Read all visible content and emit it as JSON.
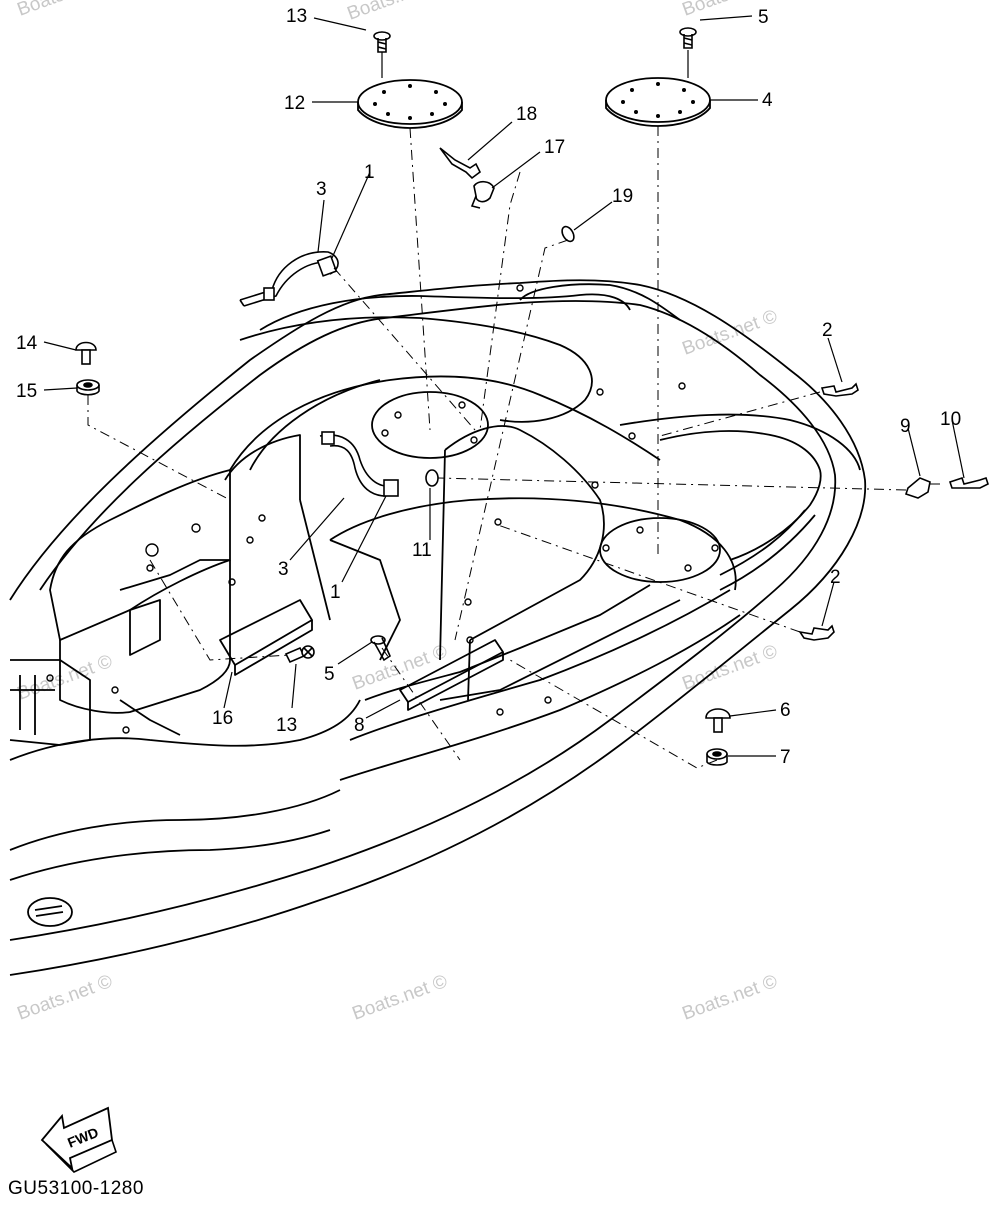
{
  "diagram": {
    "callouts": [
      {
        "id": "c13-top",
        "text": "13"
      },
      {
        "id": "c5-top",
        "text": "5"
      },
      {
        "id": "c12",
        "text": "12"
      },
      {
        "id": "c4",
        "text": "4"
      },
      {
        "id": "c18",
        "text": "18"
      },
      {
        "id": "c17",
        "text": "17"
      },
      {
        "id": "c3-top",
        "text": "3"
      },
      {
        "id": "c1-top",
        "text": "1"
      },
      {
        "id": "c19",
        "text": "19"
      },
      {
        "id": "c14",
        "text": "14"
      },
      {
        "id": "c15",
        "text": "15"
      },
      {
        "id": "c2-top",
        "text": "2"
      },
      {
        "id": "c9",
        "text": "9"
      },
      {
        "id": "c10",
        "text": "10"
      },
      {
        "id": "c11",
        "text": "11"
      },
      {
        "id": "c3-mid",
        "text": "3"
      },
      {
        "id": "c1-mid",
        "text": "1"
      },
      {
        "id": "c2-mid",
        "text": "2"
      },
      {
        "id": "c5-mid",
        "text": "5"
      },
      {
        "id": "c8",
        "text": "8"
      },
      {
        "id": "c16",
        "text": "16"
      },
      {
        "id": "c13-mid",
        "text": "13"
      },
      {
        "id": "c6",
        "text": "6"
      },
      {
        "id": "c7",
        "text": "7"
      }
    ],
    "watermark": "Boats.net ©",
    "fwd_label": "FWD",
    "diagram_code": "GU53100-1280"
  }
}
